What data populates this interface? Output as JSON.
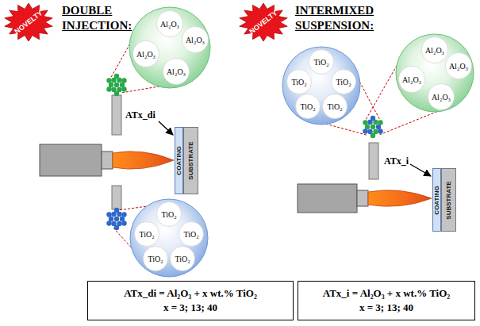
{
  "diagram": {
    "nodes": [
      {
        "text": [
          "NOVELTY"
        ]
      },
      {
        "text": []
      },
      {
        "text": [
          "Al₂O₃"
        ],
        "in": 1
      },
      {
        "text": [
          "Al₂O₃"
        ],
        "in": 1
      },
      {
        "text": [
          "Al₂O₃"
        ],
        "in": 1
      },
      {
        "text": [
          "Al₂O₃"
        ],
        "in": 1
      },
      {
        "text": [
          "COATING"
        ]
      },
      {
        "text": [
          "SUBSTRATE"
        ]
      },
      {
        "text": []
      },
      {
        "text": [
          "TiO₂"
        ],
        "in": 8
      },
      {
        "text": [
          "TiO₂"
        ],
        "in": 8
      },
      {
        "text": [
          "TiO₂"
        ],
        "in": 8
      },
      {
        "text": [
          "TiO₂"
        ],
        "in": 8
      },
      {
        "text": [
          "TiO₂"
        ],
        "in": 8
      },
      {
        "text": [
          "ATx_di = Al₂O₃ + x wt.% TiO₂",
          "x = 3; 13; 40"
        ]
      },
      {
        "text": [
          "NOVELTY"
        ]
      },
      {
        "text": []
      },
      {
        "text": [
          "TiO₂"
        ],
        "in": 16
      },
      {
        "text": [
          "TiO₂"
        ],
        "in": 16
      },
      {
        "text": [
          "TiO₂"
        ],
        "in": 16
      },
      {
        "text": [
          "TiO₂"
        ],
        "in": 16
      },
      {
        "text": [
          "TiO₂"
        ],
        "in": 16
      },
      {
        "text": []
      },
      {
        "text": [
          "Al₂O₃"
        ],
        "in": 22
      },
      {
        "text": [
          "Al₂O₃"
        ],
        "in": 22
      },
      {
        "text": [
          "Al₂O₃"
        ],
        "in": 22
      },
      {
        "text": [
          "Al₂O₃"
        ],
        "in": 22
      },
      {
        "text": [
          "COATING"
        ]
      },
      {
        "text": [
          "SUBSTRATE"
        ]
      },
      {
        "text": [
          "ATx_i = Al₂O₃ + x wt.% TiO₂",
          "x = 3; 13; 40"
        ]
      }
    ],
    "labels": [
      "DOUBLE INJECTION:",
      "ATx_di",
      "INTERMIXED SUSPENSION:",
      "ATx_i"
    ]
  }
}
